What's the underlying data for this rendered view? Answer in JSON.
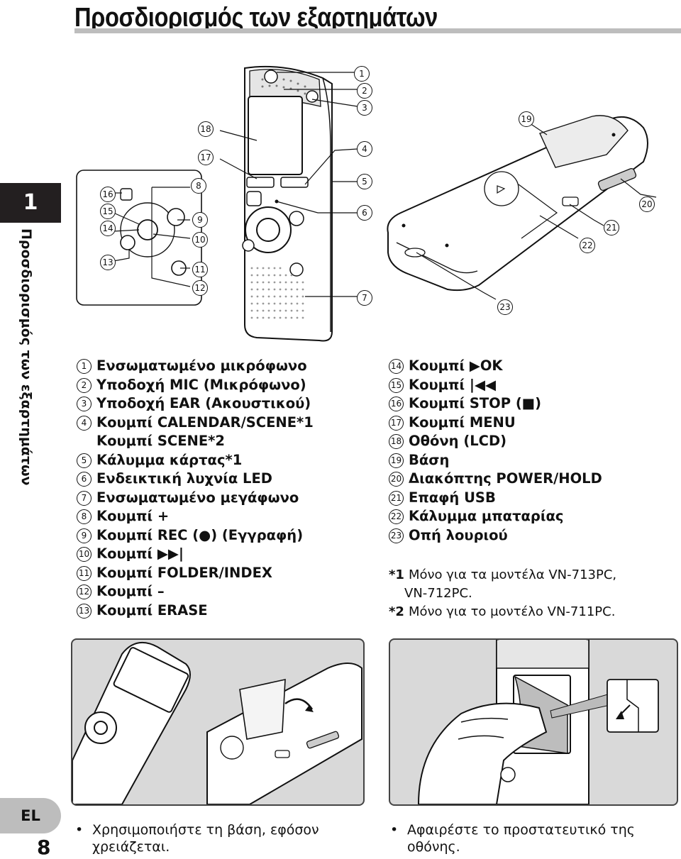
{
  "page": {
    "title": "Προσδιορισμός των εξαρτημάτων",
    "chapter": "1",
    "side_label": "Προσδιορισμός των εξαρτημάτων",
    "lang": "EL",
    "page_number": "8"
  },
  "callouts": [
    "1",
    "2",
    "3",
    "4",
    "5",
    "6",
    "7",
    "8",
    "9",
    "10",
    "11",
    "12",
    "13",
    "14",
    "15",
    "16",
    "17",
    "18",
    "19",
    "20",
    "21",
    "22",
    "23"
  ],
  "parts_left": [
    {
      "n": "1",
      "label": "Ενσωματωμένο μικρόφωνο"
    },
    {
      "n": "2",
      "label": "Υποδοχή MIC (Μικρόφωνο)"
    },
    {
      "n": "3",
      "label": "Υποδοχή EAR (Ακουστικού)"
    },
    {
      "n": "4",
      "label": "Κουμπί CALENDAR/SCENE*1"
    },
    {
      "n": "",
      "label": "Κουμπί SCENE*2"
    },
    {
      "n": "5",
      "label": "Κάλυμμα κάρτας*1"
    },
    {
      "n": "6",
      "label": "Ενδεικτική λυχνία LED"
    },
    {
      "n": "7",
      "label": "Ενσωματωμένο μεγάφωνο"
    },
    {
      "n": "8",
      "label": "Κουμπί +"
    },
    {
      "n": "9",
      "label": "Κουμπί REC (●) (Εγγραφή)"
    },
    {
      "n": "10",
      "label": "Κουμπί ▶▶|"
    },
    {
      "n": "11",
      "label": "Κουμπί FOLDER/INDEX"
    },
    {
      "n": "12",
      "label": "Κουμπί –"
    },
    {
      "n": "13",
      "label": "Κουμπί ERASE"
    }
  ],
  "parts_right": [
    {
      "n": "14",
      "label": "Κουμπί ▶OK"
    },
    {
      "n": "15",
      "label": "Κουμπί |◀◀"
    },
    {
      "n": "16",
      "label": "Κουμπί STOP (■)"
    },
    {
      "n": "17",
      "label": "Κουμπί MENU"
    },
    {
      "n": "18",
      "label": "Οθόνη (LCD)"
    },
    {
      "n": "19",
      "label": "Βάση"
    },
    {
      "n": "20",
      "label": "Διακόπτης POWER/HOLD"
    },
    {
      "n": "21",
      "label": "Επαφή USB"
    },
    {
      "n": "22",
      "label": "Κάλυμμα μπαταρίας"
    },
    {
      "n": "23",
      "label": "Οπή λουριού"
    }
  ],
  "notes": [
    {
      "mark": "*1",
      "text": "Μόνο για τα μοντέλα VN-713PC,",
      "cont": "VN-712PC."
    },
    {
      "mark": "*2",
      "text": "Μόνο για το μοντέλο VN-711PC.",
      "cont": ""
    }
  ],
  "captions": {
    "left_line1": "Χρησιμοποιήστε τη βάση, εφόσον",
    "left_line2": "χρειάζεται.",
    "right": "Αφαιρέστε το προστατευτικό της οθόνης.",
    "bullet": "•"
  }
}
